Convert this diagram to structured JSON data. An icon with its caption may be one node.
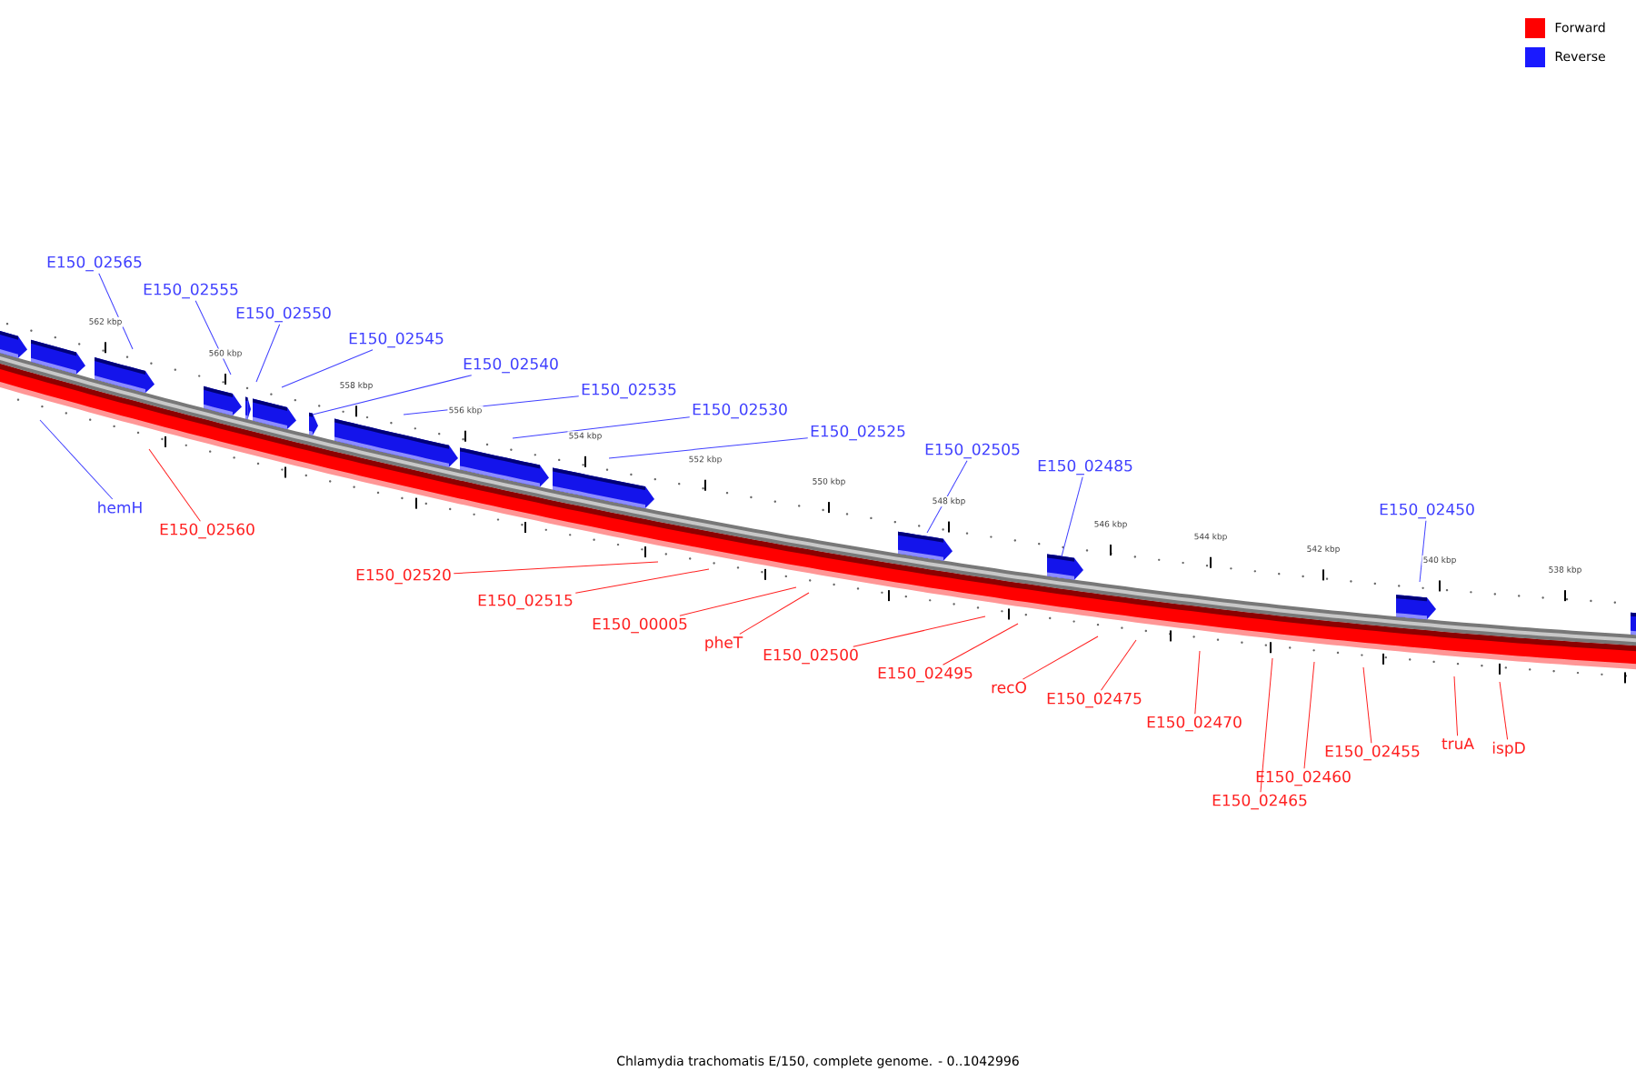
{
  "diagram": {
    "caption": "Chlamydia trachomatis E/150, complete genome. - 0..1042996",
    "nodes": [
      {
        "text": [
          "E150_02565"
        ]
      },
      {
        "text": [
          "E150_02555"
        ]
      },
      {
        "text": [
          "E150_02550"
        ]
      },
      {
        "text": [
          "E150_02545"
        ]
      },
      {
        "text": [
          "E150_02540"
        ]
      },
      {
        "text": [
          "E150_02535"
        ]
      },
      {
        "text": [
          "E150_02530"
        ]
      },
      {
        "text": [
          "E150_02525"
        ]
      },
      {
        "text": [
          "E150_02505"
        ]
      },
      {
        "text": [
          "E150_02485"
        ]
      },
      {
        "text": [
          "E150_02450"
        ]
      },
      {
        "text": [
          "hemH"
        ]
      },
      {
        "text": [
          "E150_02560"
        ]
      },
      {
        "text": [
          "E150_02520"
        ]
      },
      {
        "text": [
          "E150_02515"
        ]
      },
      {
        "text": [
          "E150_00005"
        ]
      },
      {
        "text": [
          "pheT"
        ]
      },
      {
        "text": [
          "E150_02500"
        ]
      },
      {
        "text": [
          "E150_02495"
        ]
      },
      {
        "text": [
          "recO"
        ]
      },
      {
        "text": [
          "E150_02475"
        ]
      },
      {
        "text": [
          "E150_02470"
        ]
      },
      {
        "text": [
          "E150_02465"
        ]
      },
      {
        "text": [
          "E150_02460"
        ]
      },
      {
        "text": [
          "E150_02455"
        ]
      },
      {
        "text": [
          "truA"
        ]
      },
      {
        "text": [
          "ispD"
        ]
      }
    ],
    "edges": [
      {
        "from": 0,
        "to": null,
        "arrow": "none",
        "color": "#4040ff"
      },
      {
        "from": 1,
        "to": null,
        "arrow": "none",
        "color": "#4040ff"
      },
      {
        "from": 2,
        "to": null,
        "arrow": "none",
        "color": "#4040ff"
      },
      {
        "from": 3,
        "to": null,
        "arrow": "none",
        "color": "#4040ff"
      },
      {
        "from": 4,
        "to": null,
        "arrow": "none",
        "color": "#4040ff"
      },
      {
        "from": 5,
        "to": null,
        "arrow": "none",
        "color": "#4040ff"
      },
      {
        "from": 6,
        "to": null,
        "arrow": "none",
        "color": "#4040ff"
      },
      {
        "from": 7,
        "to": null,
        "arrow": "none",
        "color": "#4040ff"
      },
      {
        "from": 8,
        "to": null,
        "arrow": "none",
        "color": "#4040ff"
      },
      {
        "from": 9,
        "to": null,
        "arrow": "none",
        "color": "#4040ff"
      },
      {
        "from": 10,
        "to": null,
        "arrow": "none",
        "color": "#4040ff"
      },
      {
        "from": 11,
        "to": null,
        "arrow": "none",
        "color": "#4040ff"
      },
      {
        "from": 12,
        "to": null,
        "arrow": "none"
      },
      {
        "from": 13,
        "to": null,
        "arrow": "none"
      },
      {
        "from": 14,
        "to": null,
        "arrow": "none"
      },
      {
        "from": 15,
        "to": null,
        "arrow": "none"
      },
      {
        "from": 16,
        "to": null,
        "arrow": "none"
      },
      {
        "from": 17,
        "to": null,
        "arrow": "none"
      },
      {
        "from": 18,
        "to": null,
        "arrow": "none"
      },
      {
        "from": 19,
        "to": null,
        "arrow": "none"
      },
      {
        "from": 20,
        "to": null,
        "arrow": "none"
      },
      {
        "from": 21,
        "to": null,
        "arrow": "none"
      },
      {
        "from": 22,
        "to": null,
        "arrow": "none"
      },
      {
        "from": 23,
        "to": null,
        "arrow": "none"
      },
      {
        "from": 24,
        "to": null,
        "arrow": "none"
      },
      {
        "from": 25,
        "to": null,
        "arrow": "none"
      },
      {
        "from": 26,
        "to": null,
        "arrow": "none"
      }
    ],
    "labels": [
      "562 kbp",
      "560 kbp",
      "558 kbp",
      "556 kbp",
      "554 kbp",
      "552 kbp",
      "550 kbp",
      "548 kbp",
      "546 kbp",
      "544 kbp",
      "542 kbp",
      "540 kbp",
      "538 kbp"
    ],
    "legend": [
      {
        "text": "Forward",
        "color": "#ff0000"
      },
      {
        "text": "Reverse",
        "color": "#1a1aff"
      }
    ]
  }
}
